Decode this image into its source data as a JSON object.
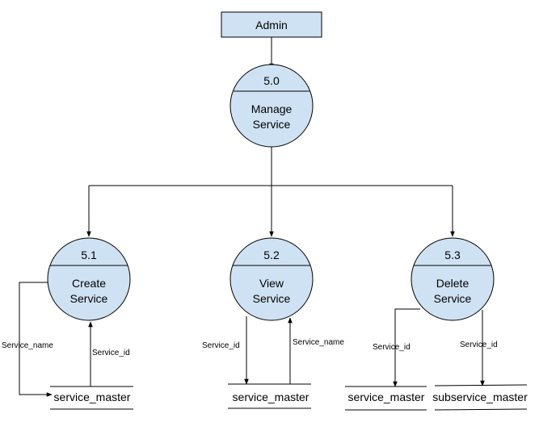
{
  "entity": {
    "label": "Admin"
  },
  "process_main": {
    "number": "5.0",
    "line1": "Manage",
    "line2": "Service"
  },
  "processes": [
    {
      "number": "5.1",
      "line1": "Create",
      "line2": "Service"
    },
    {
      "number": "5.2",
      "line1": "View",
      "line2": "Service"
    },
    {
      "number": "5.3",
      "line1": "Delete",
      "line2": "Service"
    }
  ],
  "stores": [
    {
      "label": "service_master"
    },
    {
      "label": "service_master"
    },
    {
      "label": "service_master"
    },
    {
      "label": "subservice_master"
    }
  ],
  "flows": {
    "create_in": "Service_name",
    "create_out": "Service_id",
    "view_in": "Service_id",
    "view_out": "Service_name",
    "delete_out1": "Service_id",
    "delete_out2": "Service_id"
  }
}
